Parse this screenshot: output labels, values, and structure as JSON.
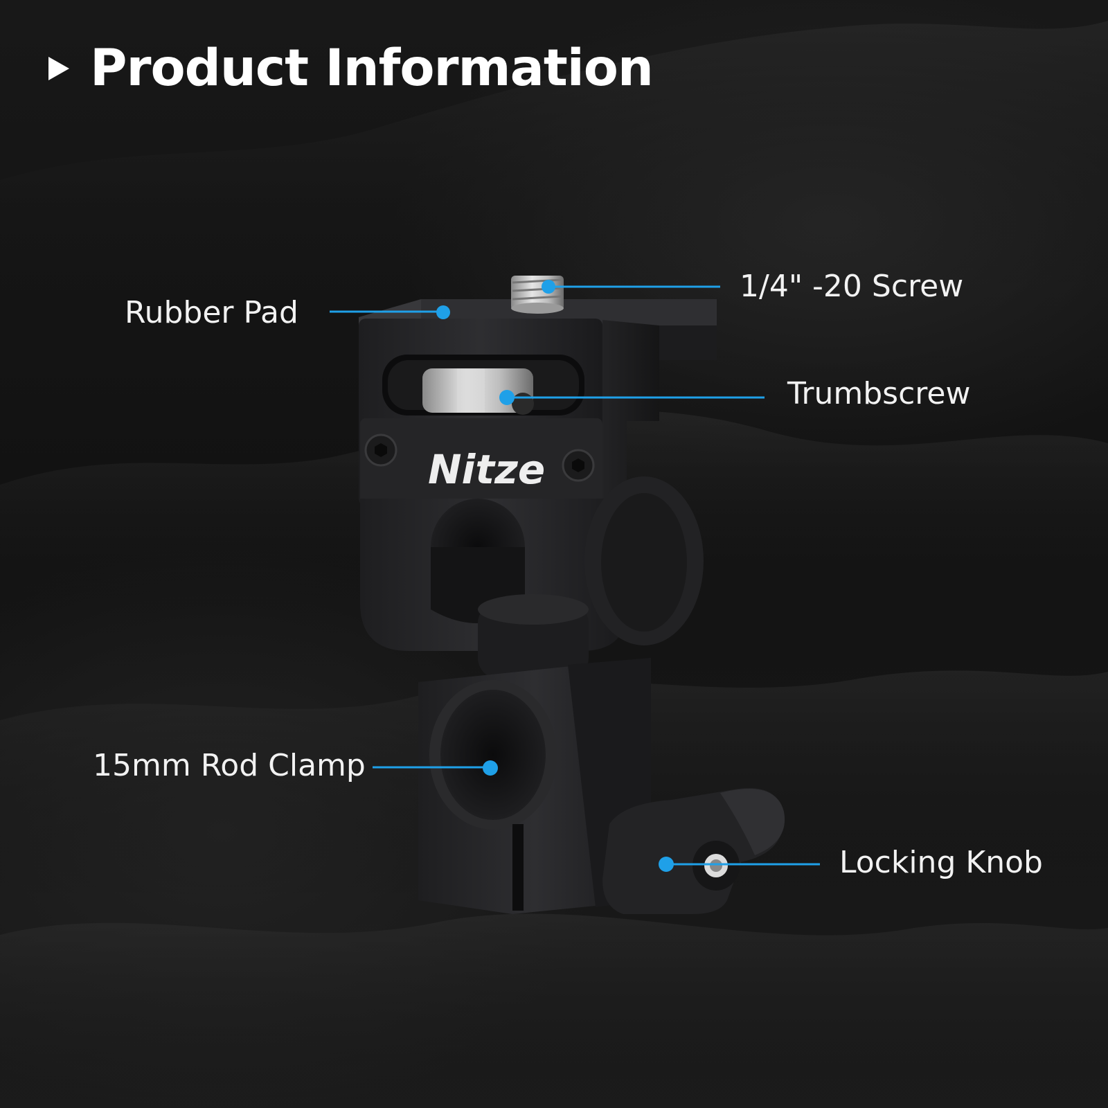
{
  "header": {
    "title": "Product Information"
  },
  "product": {
    "brand_logo_text": "Nitze"
  },
  "callouts": [
    {
      "id": "screw",
      "label": "1/4\" -20 Screw"
    },
    {
      "id": "rubber-pad",
      "label": "Rubber Pad"
    },
    {
      "id": "thumbscrew",
      "label": "Trumbscrew"
    },
    {
      "id": "rod-clamp",
      "label": "15mm Rod Clamp"
    },
    {
      "id": "locking-knob",
      "label": "Locking Knob"
    }
  ],
  "colors": {
    "background": "#141414",
    "accent": "#1fa0e8",
    "text": "#ffffff",
    "metal": "#2b2b2d"
  }
}
